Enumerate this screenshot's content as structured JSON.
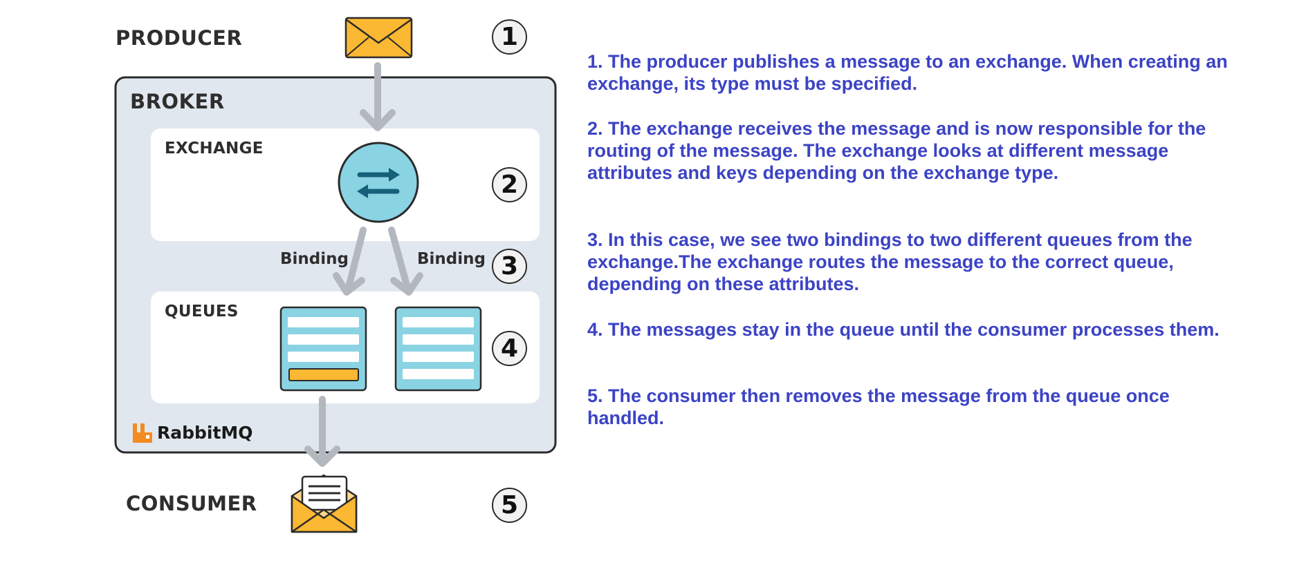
{
  "diagram": {
    "producer_label": "PRODUCER",
    "broker_label": "BROKER",
    "exchange_label": "EXCHANGE",
    "binding_left": "Binding",
    "binding_right": "Binding",
    "queues_label": "QUEUES",
    "brand_name": "RabbitMQ",
    "consumer_label": "CONSUMER",
    "step_numbers": [
      "1",
      "2",
      "3",
      "4",
      "5"
    ]
  },
  "descriptions": [
    "1. The producer publishes a message to an exchange. When creating an exchange, its type must be specified.",
    "2. The exchange receives the message and is now responsible for the routing of the message. The exchange looks at different message attributes and keys depending on the exchange type.",
    "3. In this case, we see two bindings to two different queues from the exchange.The exchange routes the message to the correct queue, depending on these attributes.",
    "4. The messages stay in the queue until the consumer processes them.",
    "5. The consumer then removes the message from the queue once handled."
  ],
  "colors": {
    "broker_bg": "#e1e7ef",
    "exchange_circle": "#8ad3e3",
    "envelope": "#fbb832",
    "arrow": "#b3b8bf",
    "description_text": "#3c43c4",
    "rabbitmq_orange": "#f28c22"
  },
  "icons": [
    "envelope-icon",
    "exchange-arrows-icon",
    "queue-icon",
    "open-envelope-icon",
    "rabbitmq-logo-icon"
  ]
}
